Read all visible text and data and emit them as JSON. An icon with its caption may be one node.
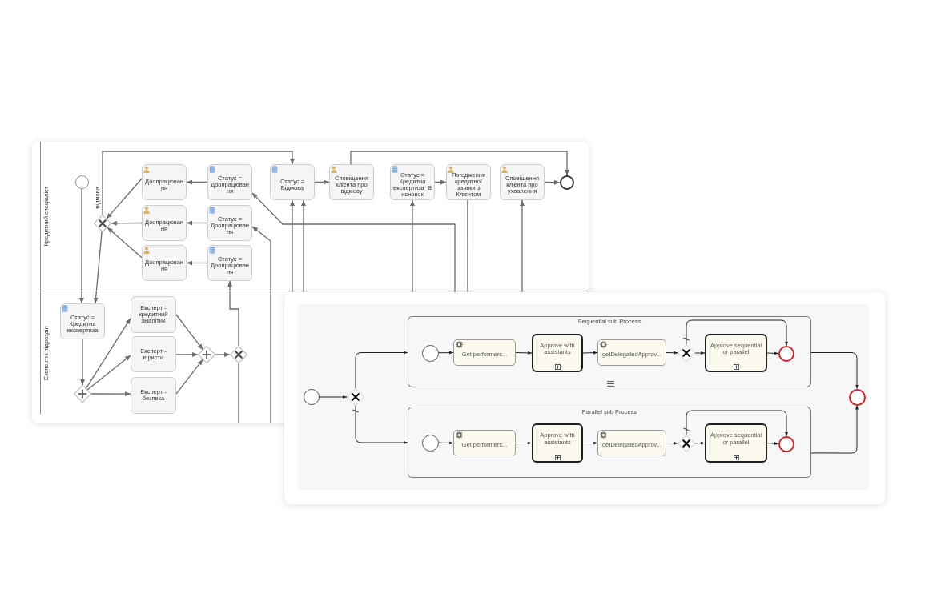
{
  "diagram": {
    "nodes": [
      {
        "text": [
          "Кредитний спеціаліст"
        ]
      },
      {
        "text": [],
        "shape": "circle",
        "in": 0
      },
      {
        "text": [],
        "shape": "diamond",
        "in": 0
      },
      {
        "text": [
          "Доопрацюван ня"
        ],
        "in": 0
      },
      {
        "text": [
          "Статус = Доопрацюван ня"
        ],
        "in": 0
      },
      {
        "text": [
          "Статус = Відмова"
        ],
        "in": 0
      },
      {
        "text": [
          "Сповіщення клієнта про відмову"
        ],
        "in": 0
      },
      {
        "text": [
          "Статус = Кредитна експертиза_В исновок"
        ],
        "in": 0
      },
      {
        "text": [
          "Погодження кредитної заявки з Клієнтом"
        ],
        "in": 0
      },
      {
        "text": [
          "Сповіщення клієнта про ухвалення"
        ],
        "in": 0
      },
      {
        "text": [],
        "shape": "circle",
        "in": 0
      },
      {
        "text": [
          "Доопрацюван ня"
        ],
        "in": 0
      },
      {
        "text": [
          "Статус = Доопрацюван ня"
        ],
        "in": 0
      },
      {
        "text": [
          "Доопрацюван ня"
        ],
        "in": 0
      },
      {
        "text": [
          "Статус = Доопрацюван ня"
        ],
        "in": 0
      },
      {
        "text": [
          "Експертні підрозділ"
        ]
      },
      {
        "text": [
          "Статус = Кредитна експертиза"
        ],
        "in": 15
      },
      {
        "text": [
          "Експерт - кредитний аналітик"
        ],
        "in": 15
      },
      {
        "text": [
          "Експерт - юристи"
        ],
        "in": 15
      },
      {
        "text": [],
        "shape": "diamond",
        "in": 15
      },
      {
        "text": [],
        "shape": "diamond",
        "in": 15
      },
      {
        "text": [],
        "shape": "diamond",
        "in": 15
      },
      {
        "text": [
          "Експерт - безпека"
        ],
        "in": 15
      },
      {
        "text": [],
        "shape": "circle"
      },
      {
        "text": [],
        "shape": "diamond"
      },
      {
        "text": [
          "Sequential sub Process"
        ]
      },
      {
        "text": [],
        "shape": "circle",
        "in": 25
      },
      {
        "text": [
          "Get performers..."
        ],
        "in": 25
      },
      {
        "text": [
          "Approve with assistants"
        ],
        "in": 25
      },
      {
        "text": [
          "getDelegatedApprov..."
        ],
        "in": 25
      },
      {
        "text": [],
        "shape": "diamond",
        "in": 25
      },
      {
        "text": [
          "Approve sequential or parallel"
        ],
        "in": 25
      },
      {
        "text": [],
        "shape": "circle",
        "in": 25
      },
      {
        "text": [],
        "shape": "circle"
      },
      {
        "text": [
          "Parallel sub Process"
        ]
      },
      {
        "text": [],
        "shape": "circle",
        "in": 34
      },
      {
        "text": [
          "Get performers..."
        ],
        "in": 34
      },
      {
        "text": [
          "Approve with assistants"
        ],
        "in": 34
      },
      {
        "text": [
          "getDelegatedApprov..."
        ],
        "in": 34
      },
      {
        "text": [],
        "shape": "diamond",
        "in": 34
      },
      {
        "text": [
          "Approve sequential or parallel"
        ],
        "in": 34
      },
      {
        "text": [],
        "shape": "circle",
        "in": 34
      }
    ],
    "edges": [
      {
        "from": 1,
        "to": 16,
        "arrow": "to"
      },
      {
        "from": 2,
        "to": 16,
        "arrow": "to"
      },
      {
        "from": 2,
        "to": 5,
        "arrow": "to",
        "label": "відмова"
      },
      {
        "from": 3,
        "to": 2,
        "arrow": "to"
      },
      {
        "from": 11,
        "to": 2,
        "arrow": "to"
      },
      {
        "from": 13,
        "to": 2,
        "arrow": "to"
      },
      {
        "from": 4,
        "to": 3,
        "arrow": "to"
      },
      {
        "from": 12,
        "to": 11,
        "arrow": "to"
      },
      {
        "from": 14,
        "to": 13,
        "arrow": "to"
      },
      {
        "from": 5,
        "to": 6,
        "arrow": "to"
      },
      {
        "from": 6,
        "to": 10,
        "arrow": "to"
      },
      {
        "from": 7,
        "to": 8,
        "arrow": "to"
      },
      {
        "from": 9,
        "to": 10,
        "arrow": "to"
      },
      {
        "from": 16,
        "to": 21,
        "arrow": "to"
      },
      {
        "from": 21,
        "to": 17,
        "arrow": "to"
      },
      {
        "from": 21,
        "to": 18,
        "arrow": "to"
      },
      {
        "from": 21,
        "to": 22,
        "arrow": "to"
      },
      {
        "from": 17,
        "to": 19,
        "arrow": "to"
      },
      {
        "from": 18,
        "to": 19,
        "arrow": "to"
      },
      {
        "from": 22,
        "to": 19,
        "arrow": "to"
      },
      {
        "from": 19,
        "to": 20,
        "arrow": "to"
      },
      {
        "from": 20,
        "to": 14,
        "arrow": "to"
      },
      {
        "from": 20,
        "to": null,
        "arrow": "none"
      },
      {
        "from": null,
        "to": 4,
        "arrow": "to"
      },
      {
        "from": null,
        "to": 12,
        "arrow": "to"
      },
      {
        "from": null,
        "to": 5,
        "arrow": "to"
      },
      {
        "from": null,
        "to": 5,
        "arrow": "to"
      },
      {
        "from": null,
        "to": 7,
        "arrow": "to"
      },
      {
        "from": 8,
        "to": null,
        "arrow": "none"
      },
      {
        "from": null,
        "to": 9,
        "arrow": "to"
      },
      {
        "from": 23,
        "to": 24,
        "arrow": "to",
        "color": "#222222"
      },
      {
        "from": 24,
        "to": 25,
        "arrow": "to",
        "color": "#222222"
      },
      {
        "from": 24,
        "to": 34,
        "arrow": "to",
        "color": "#222222"
      },
      {
        "from": 25,
        "to": 33,
        "arrow": "to",
        "color": "#222222"
      },
      {
        "from": 34,
        "to": 33,
        "arrow": "to",
        "color": "#222222"
      },
      {
        "from": 26,
        "to": 27,
        "arrow": "to",
        "color": "#222222"
      },
      {
        "from": 27,
        "to": 28,
        "arrow": "to",
        "color": "#222222"
      },
      {
        "from": 28,
        "to": 29,
        "arrow": "to",
        "color": "#222222"
      },
      {
        "from": 29,
        "to": 30,
        "arrow": "to",
        "color": "#222222"
      },
      {
        "from": 30,
        "to": 31,
        "arrow": "to",
        "color": "#222222"
      },
      {
        "from": 31,
        "to": 32,
        "arrow": "to",
        "color": "#222222"
      },
      {
        "from": 30,
        "to": 32,
        "arrow": "to",
        "color": "#222222"
      },
      {
        "from": 35,
        "to": 36,
        "arrow": "to",
        "color": "#222222"
      },
      {
        "from": 36,
        "to": 37,
        "arrow": "to",
        "color": "#222222"
      },
      {
        "from": 37,
        "to": 38,
        "arrow": "to",
        "color": "#222222"
      },
      {
        "from": 38,
        "to": 39,
        "arrow": "to",
        "color": "#222222"
      },
      {
        "from": 39,
        "to": 40,
        "arrow": "to",
        "color": "#222222"
      },
      {
        "from": 40,
        "to": 41,
        "arrow": "to",
        "color": "#222222"
      },
      {
        "from": 39,
        "to": 41,
        "arrow": "to",
        "color": "#222222"
      }
    ]
  }
}
